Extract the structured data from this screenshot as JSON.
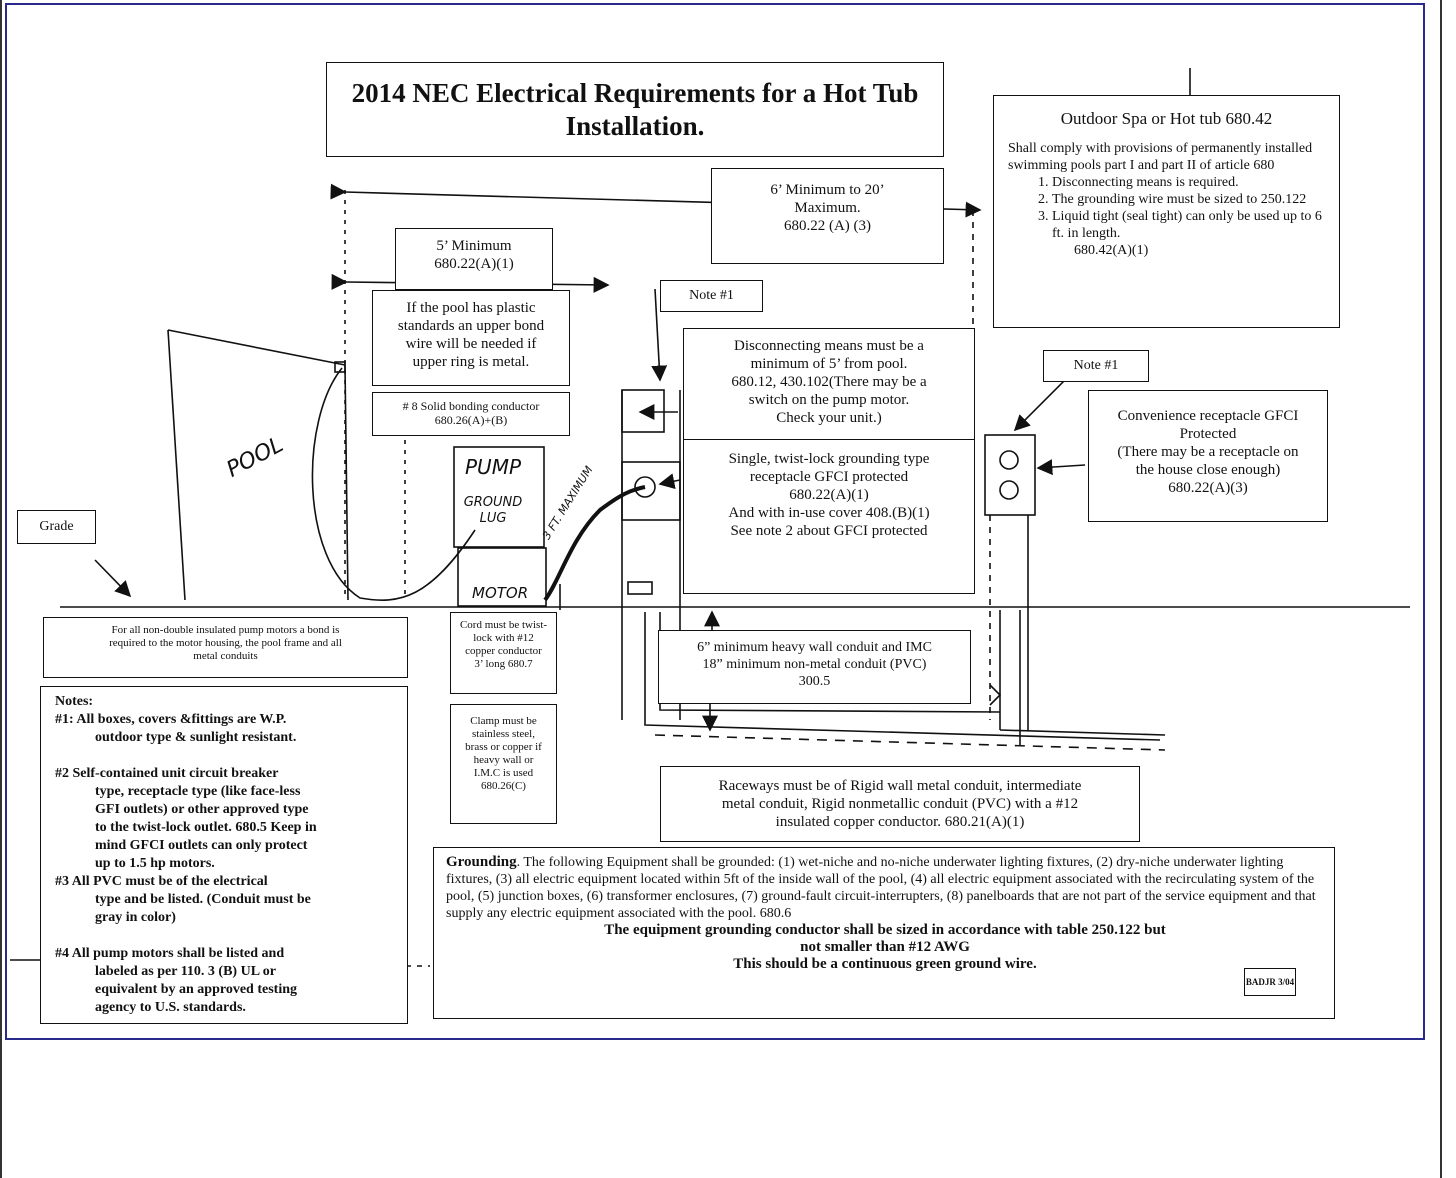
{
  "title": "2014 NEC Electrical Requirements for a Hot Tub Installation.",
  "distance_box": [
    "6’ Minimum to 20’",
    "Maximum.",
    "680.22 (A) (3)"
  ],
  "min5": [
    "5’ Minimum",
    "680.22(A)(1)"
  ],
  "plastic_note": [
    "If the pool has plastic",
    "standards an upper bond",
    "wire will be needed if",
    "upper ring is metal."
  ],
  "bond_conductor": [
    "# 8 Solid bonding conductor",
    "680.26(A)+(B)"
  ],
  "spa_box": {
    "heading": "Outdoor Spa or Hot tub 680.42",
    "intro": "Shall comply with provisions of permanently installed swimming pools part I and part II of article 680",
    "items": [
      "Disconnecting means is required.",
      "The grounding wire must be sized to 250.122",
      "Liquid tight (seal tight) can only be used up to 6 ft. in length."
    ],
    "ref": "680.42(A)(1)"
  },
  "note1_left": "Note #1",
  "note1_right": "Note #1",
  "disconnect": [
    "Disconnecting means must be a",
    "minimum of 5’ from pool.",
    "680.12, 430.102(There may be a",
    "switch on the pump motor.",
    "Check your unit.)"
  ],
  "twistlock": [
    "Single, twist-lock grounding type",
    "receptacle GFCI protected",
    "680.22(A)(1)",
    "And with in-use cover 408.(B)(1)",
    "See note 2 about GFCI protected"
  ],
  "convenience": [
    "Convenience receptacle GFCI",
    "Protected",
    "(There may be a receptacle on",
    "the house close enough)",
    "680.22(A)(3)"
  ],
  "grade": "Grade",
  "pool_label": "POOL",
  "pump_label": "PUMP",
  "ground_lug": [
    "GROUND",
    "LUG"
  ],
  "motor_label": "MOTOR",
  "cord_hand": "3 FT. MAXIMUM",
  "bond_required": [
    "For all non-double insulated pump motors a bond is",
    "required to the motor housing, the pool frame and all",
    "metal conduits"
  ],
  "cord_box": [
    "Cord must be twist-",
    "lock with #12",
    "copper conductor",
    "3’ long 680.7"
  ],
  "clamp_box": [
    "Clamp must be",
    "stainless steel,",
    "brass or copper if",
    "heavy wall or",
    "I.M.C is used",
    "680.26(C)"
  ],
  "conduit_box": [
    "6” minimum heavy wall conduit and IMC",
    "18” minimum non-metal conduit (PVC)",
    "300.5"
  ],
  "raceway": [
    "Raceways must be of Rigid wall metal conduit, intermediate",
    "metal conduit, Rigid nonmetallic conduit (PVC) with a #12",
    "insulated copper conductor.  680.21(A)(1)"
  ],
  "notes": {
    "heading": "Notes:",
    "n1": [
      "#1: All boxes, covers &fittings are W.P.",
      "outdoor type & sunlight resistant."
    ],
    "n2": [
      "#2 Self-contained unit circuit breaker",
      "type, receptacle type (like face-less",
      "GFI outlets) or other approved type",
      "to the twist-lock outlet.  680.5 Keep in",
      "mind GFCI outlets can only protect",
      "up to 1.5 hp motors."
    ],
    "n3": [
      "#3 All PVC must be of the electrical",
      "type and be listed. (Conduit must be",
      "gray in color)"
    ],
    "n4": [
      "#4 All pump motors shall be listed and",
      "labeled as per 110. 3 (B) UL or",
      "equivalent by an approved testing",
      "agency to U.S. standards."
    ]
  },
  "grounding": {
    "lead": "Grounding",
    "body": ". The following Equipment shall be grounded: (1) wet-niche and no-niche underwater lighting fixtures, (2) dry-niche underwater lighting fixtures, (3) all electric equipment located within 5ft of the inside wall of the pool, (4) all electric equipment associated with the recirculating system of the pool, (5) junction boxes, (6) transformer enclosures, (7) ground-fault circuit-interrupters, (8) panelboards that are not part of the service equipment and that supply any electric equipment associated with the pool. 680.6",
    "b1": "The equipment grounding conductor shall be sized in accordance with table 250.122 but",
    "b2": "not smaller than #12 AWG",
    "b3": "This should be a continuous green ground wire."
  },
  "badge": "BADJR 3/04"
}
